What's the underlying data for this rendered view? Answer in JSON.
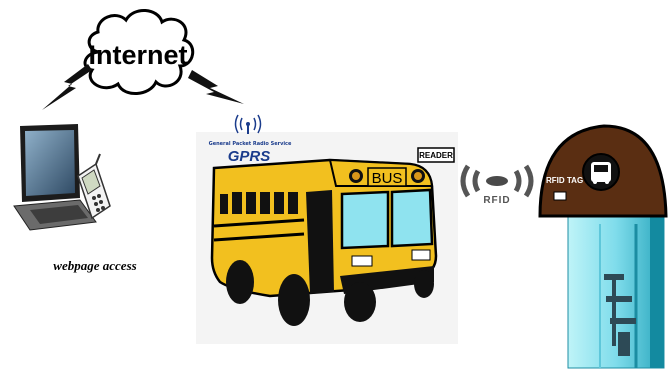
{
  "internet_label": "Internet",
  "webpage_caption": "webpage access",
  "gprs": {
    "small_text": "General Packet Radio Service",
    "big_text": "GPRS"
  },
  "reader_label": "READER",
  "bus_sign": "BUS",
  "rfid_label": "RFID",
  "rfid_tag_label": "RFID TAG",
  "colors": {
    "bus_yellow": "#f2c01f",
    "stop_roof": "#5a2e12",
    "glass": "#8fe3ef",
    "gprs_blue": "#1b3c8c"
  },
  "icons": [
    "cloud-icon",
    "lightning-icon",
    "laptop-icon",
    "mobile-phone-icon",
    "antenna-icon",
    "bus-icon",
    "wireless-signal-icon",
    "bus-stop-icon"
  ]
}
